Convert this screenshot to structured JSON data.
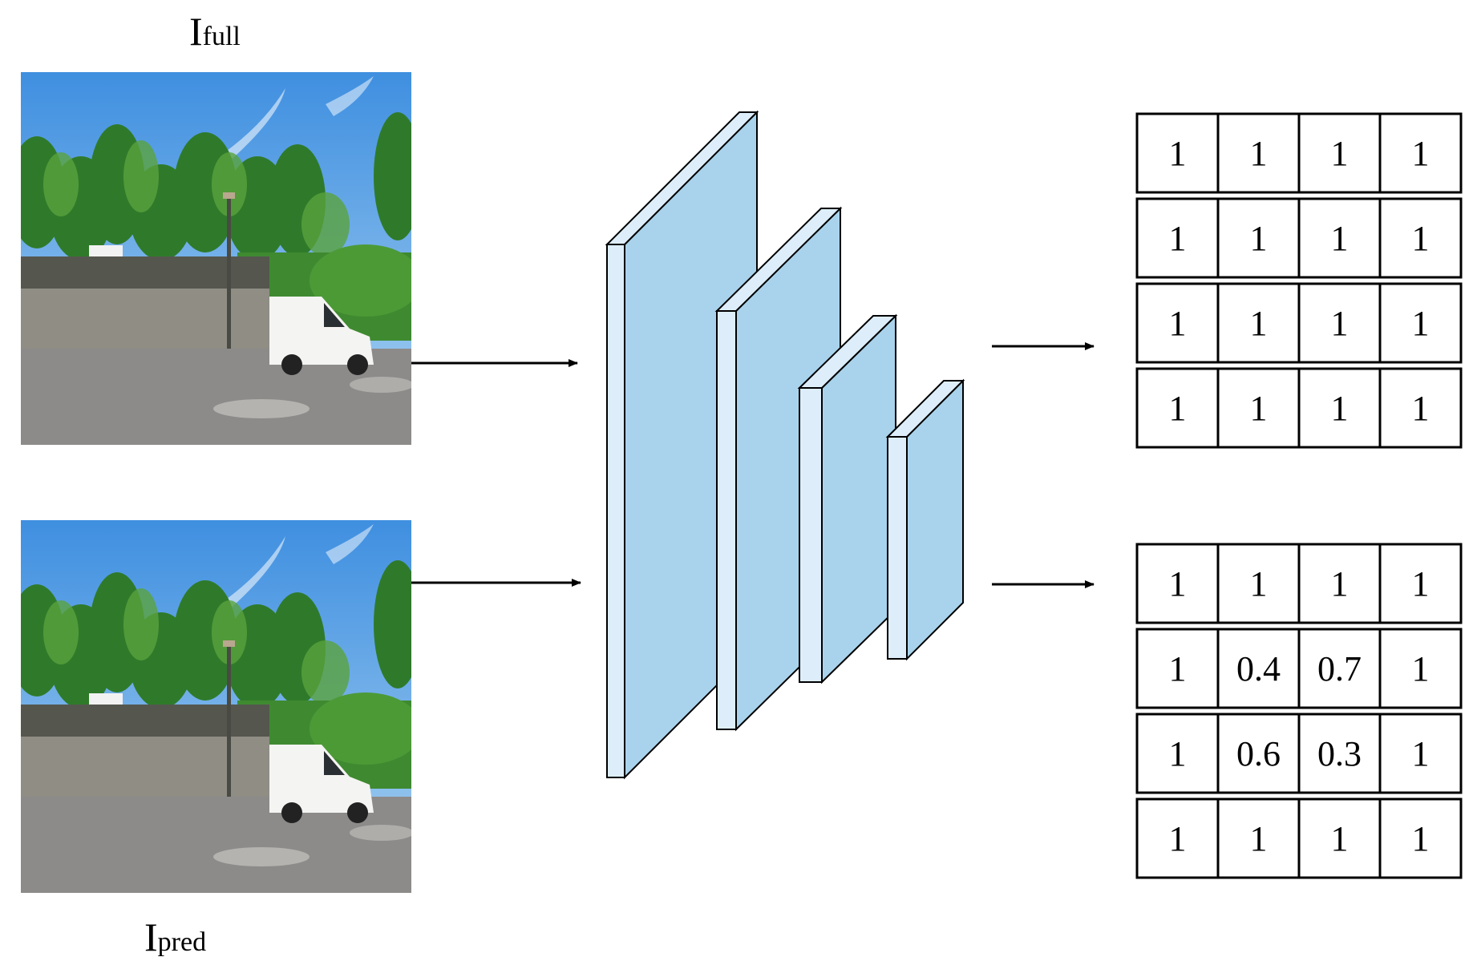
{
  "labels": {
    "top_main": "I",
    "top_sub": "full",
    "bottom_main": "I",
    "bottom_sub": "pred"
  },
  "colors": {
    "layer_front": "#a9d3ec",
    "layer_side": "#ddeefa",
    "stroke": "#000000"
  },
  "grids": [
    {
      "rows": [
        [
          "1",
          "1",
          "1",
          "1"
        ],
        [
          "1",
          "1",
          "1",
          "1"
        ],
        [
          "1",
          "1",
          "1",
          "1"
        ],
        [
          "1",
          "1",
          "1",
          "1"
        ]
      ]
    },
    {
      "rows": [
        [
          "1",
          "1",
          "1",
          "1"
        ],
        [
          "1",
          "0.4",
          "0.7",
          "1"
        ],
        [
          "1",
          "0.6",
          "0.3",
          "1"
        ],
        [
          "1",
          "1",
          "1",
          "1"
        ]
      ]
    }
  ]
}
